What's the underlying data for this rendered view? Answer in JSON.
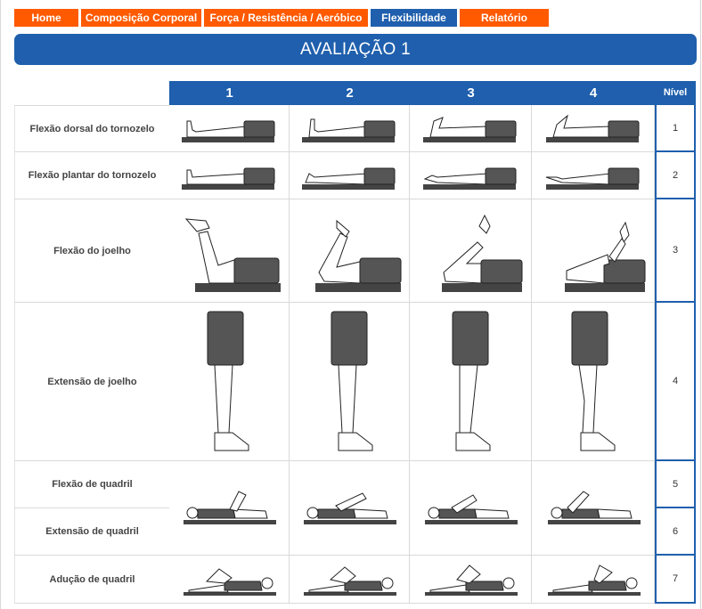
{
  "nav": {
    "tabs": [
      {
        "label": "Home",
        "active": false
      },
      {
        "label": "Composição Corporal",
        "active": false
      },
      {
        "label": "Força / Resistência / Aeróbico",
        "active": false
      },
      {
        "label": "Flexibilidade",
        "active": true
      },
      {
        "label": "Relatório",
        "active": false
      }
    ]
  },
  "banner": {
    "title": "AVALIAÇÃO 1"
  },
  "table": {
    "columns": [
      "1",
      "2",
      "3",
      "4"
    ],
    "level_header": "Nível",
    "rows": [
      {
        "label": "Flexão dorsal do tornozelo",
        "level": "1"
      },
      {
        "label": "Flexão plantar do tornozelo",
        "level": "2"
      },
      {
        "label": "Flexão do joelho",
        "level": "3"
      },
      {
        "label": "Extensão de joelho",
        "level": "4"
      },
      {
        "label": "Flexão de quadril",
        "level": "5"
      },
      {
        "label": "Extensão de quadril",
        "level": "6"
      },
      {
        "label": "Adução de quadril",
        "level": "7"
      }
    ]
  },
  "colors": {
    "accent_orange": "#ff5a00",
    "accent_blue": "#1f5fad"
  }
}
